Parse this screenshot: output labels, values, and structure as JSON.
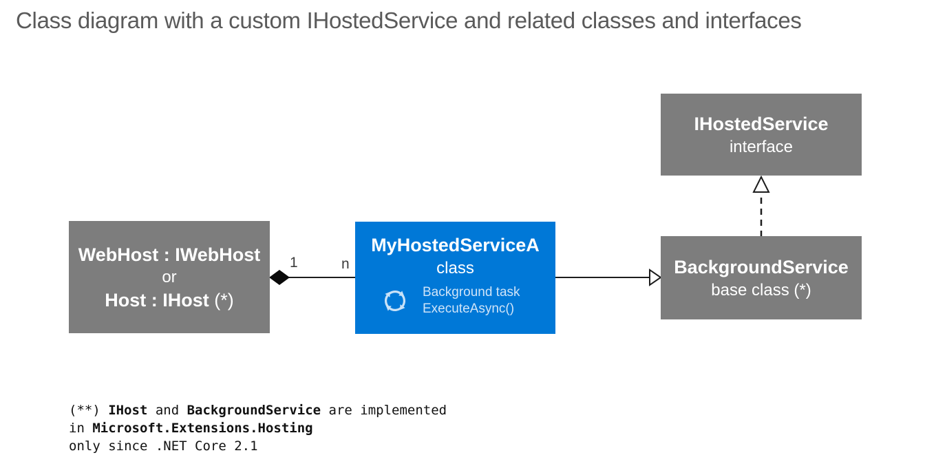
{
  "title": "Class diagram with a custom IHostedService and related classes and interfaces",
  "colors": {
    "box_gray": "#7d7d7d",
    "box_blue": "#0078d7",
    "box_text": "#ffffff",
    "feature_text": "#cfe4f8",
    "title_text": "#5a5a5a",
    "connector": "#1c1c1c"
  },
  "boxes": {
    "ihostedservice": {
      "name": "IHostedService",
      "kind": "interface"
    },
    "webhost": {
      "line1": "WebHost : IWebHost",
      "line2": "or",
      "line3_name": "Host : IHost",
      "line3_note": " (*)"
    },
    "myhostedservicea": {
      "name": "MyHostedServiceA",
      "kind": "class",
      "feature": {
        "icon": "sync-arrows-icon",
        "line1": "Background task",
        "line2": "ExecuteAsync()"
      }
    },
    "backgroundservice": {
      "name": "BackgroundService",
      "kind": "base class (*)"
    }
  },
  "edges": {
    "composition": {
      "type": "composition-diamond",
      "from": "WebHost/Host",
      "to": "MyHostedServiceA",
      "multiplicity_left": "1",
      "multiplicity_right": "n"
    },
    "inheritance": {
      "type": "solid-hollow-triangle",
      "from": "MyHostedServiceA",
      "to": "BackgroundService"
    },
    "realization": {
      "type": "dashed-hollow-triangle",
      "from": "BackgroundService",
      "to": "IHostedService"
    }
  },
  "footnote": {
    "lines": [
      {
        "parts": [
          {
            "text": "(**) ",
            "bold": false
          },
          {
            "text": "IHost",
            "bold": true
          },
          {
            "text": " and ",
            "bold": false
          },
          {
            "text": "BackgroundService",
            "bold": true
          },
          {
            "text": " are implemented",
            "bold": false
          }
        ]
      },
      {
        "parts": [
          {
            "text": "in ",
            "bold": false
          },
          {
            "text": "Microsoft.Extensions.Hosting",
            "bold": true
          }
        ]
      },
      {
        "parts": [
          {
            "text": "only since .NET Core 2.1",
            "bold": false
          }
        ]
      }
    ]
  }
}
